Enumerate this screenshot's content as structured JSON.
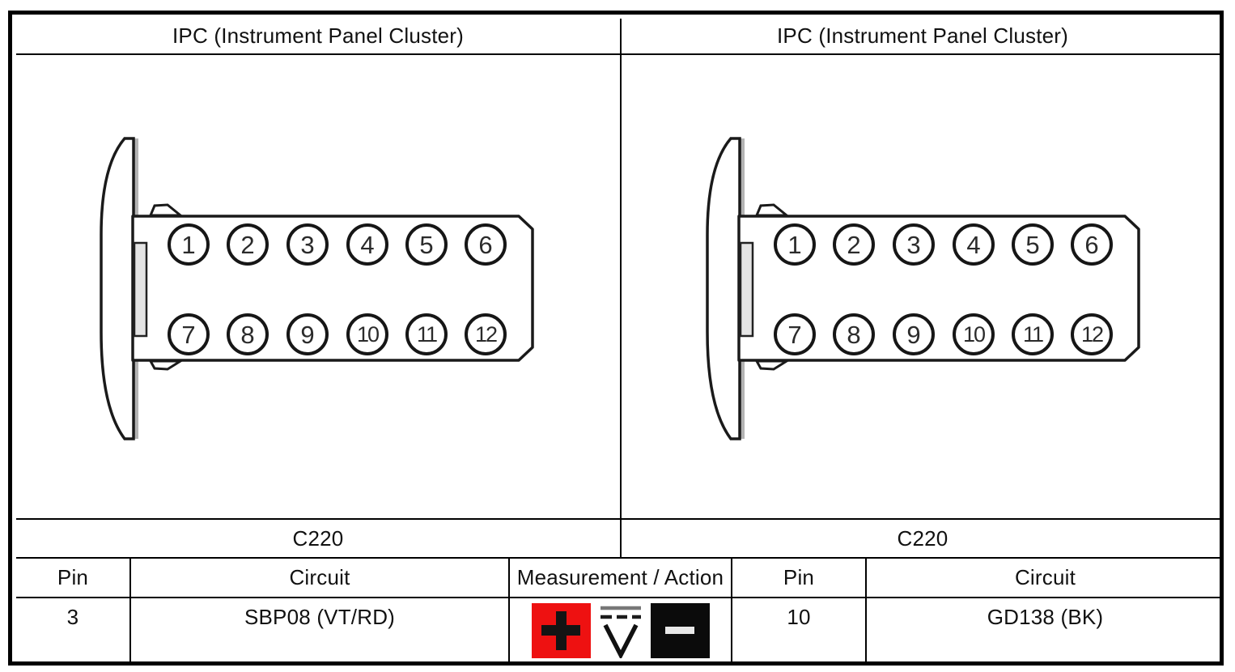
{
  "panels": [
    {
      "title": "IPC (Instrument Panel Cluster)",
      "connector_label": "C220",
      "pins": [
        "1",
        "2",
        "3",
        "4",
        "5",
        "6",
        "7",
        "8",
        "9",
        "10",
        "11",
        "12"
      ]
    },
    {
      "title": "IPC (Instrument Panel Cluster)",
      "connector_label": "C220",
      "pins": [
        "1",
        "2",
        "3",
        "4",
        "5",
        "6",
        "7",
        "8",
        "9",
        "10",
        "11",
        "12"
      ]
    }
  ],
  "table": {
    "left": {
      "pin_header": "Pin",
      "circuit_header": "Circuit",
      "pin_value": "3",
      "circuit_value": "SBP08 (VT/RD)"
    },
    "measurement": {
      "header": "Measurement / Action"
    },
    "right": {
      "pin_header": "Pin",
      "circuit_header": "Circuit",
      "pin_value": "10",
      "circuit_value": "GD138 (BK)"
    }
  },
  "icons": {
    "positive_probe": "red-plus-icon",
    "dc_voltmeter": "dc-voltmeter-icon",
    "negative_probe": "black-minus-icon"
  },
  "colors": {
    "positive_red": "#ee1111",
    "negative_black": "#0b0b0b",
    "line_black": "#000000",
    "inner_rect_gray": "#e4e4e4"
  }
}
